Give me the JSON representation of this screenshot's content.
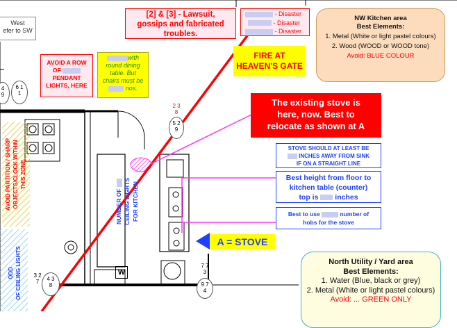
{
  "west_note": {
    "line1": "West",
    "line2": "efer to SW"
  },
  "lawsuit": {
    "line1": "[2] & [3] - Lawsuit,",
    "line2": "gossips and fabricated",
    "line3": "troubles."
  },
  "disasters": [
    "- Disaster",
    "- Disaster",
    "- Disaster"
  ],
  "nw_kitchen": {
    "title": "NW Kitchen area",
    "subtitle": "Best Elements:",
    "item1": "1. Metal (White or light pastel colours)",
    "item2": "2. Wood (WOOD or WOOD tone)",
    "avoid": "Avoid: BLUE COLOUR"
  },
  "avoid_row": {
    "line1": "AVOID A ROW",
    "line2": "OF",
    "line3": "PENDANT",
    "line4": "LIGHTS, HERE"
  },
  "dining_note": {
    "part1": "with",
    "line2": "round dining",
    "line3": "table. But",
    "line4": "chairs must be",
    "line5": "nos."
  },
  "fire_label": {
    "line1": "FIRE AT",
    "line2": "HEAVEN'S GATE"
  },
  "stove_existing": {
    "line1": "The existing stove is",
    "line2": "here, now. Best to",
    "line3": "relocate as shown at A"
  },
  "stove_distance": {
    "line1": "STOVE SHOULD AT LEAST BE",
    "line2": "INCHES AWAY FROM SINK",
    "line3": "IF ON A STRAIGHT LINE"
  },
  "height_note": {
    "line1": "Best height from floor to",
    "line2": "kitchen table (counter)",
    "line3": "top is",
    "line4": "inches"
  },
  "hobs_note": {
    "line1": "Best to use",
    "line2": "number of",
    "line3": "hobs for the stove"
  },
  "ceiling_lights": {
    "line1": "NUMBER OF",
    "line2": "CEILING LIGHTS",
    "line3": "FOR KITCHEN"
  },
  "stove_label": "A = STOVE",
  "partition_note": {
    "line1": "AVOID PARTITION / SHARP",
    "line2": "OBJECTS/CLOCK WITHIN",
    "line3": "THIS ZONE"
  },
  "odd_lights": {
    "line1": "ODD",
    "line2": "OF CEILING LIGHTS"
  },
  "north_utility": {
    "title": "North Utility / Yard area",
    "subtitle": "Best Elements:",
    "item1": "1. Water (Blue, black or grey)",
    "item2": "2. Metal (White or light pastel colours)",
    "avoid": "Avoid: ... GREEN ONLY"
  },
  "flying_stars": [
    {
      "top": "4",
      "mid": "9"
    },
    {
      "top": "6 1",
      "mid": "1"
    },
    {
      "top": "2 3",
      "mid": "8"
    },
    {
      "top": "5 2",
      "mid": "9"
    },
    {
      "top": "7 7",
      "mid": "3"
    },
    {
      "top": "9 7",
      "mid": "4"
    },
    {
      "top": "3 2",
      "mid": "7"
    },
    {
      "top": "4 3",
      "mid": "8"
    }
  ],
  "stair_symbol": "W",
  "colors": {
    "red": "#ff0000",
    "magenta": "#ff33ff",
    "blue_border": "#1f3fff",
    "peach": "#fcdcbc",
    "cream": "#fefde0",
    "yellow": "#ffff00",
    "pink": "#fde9ef"
  }
}
